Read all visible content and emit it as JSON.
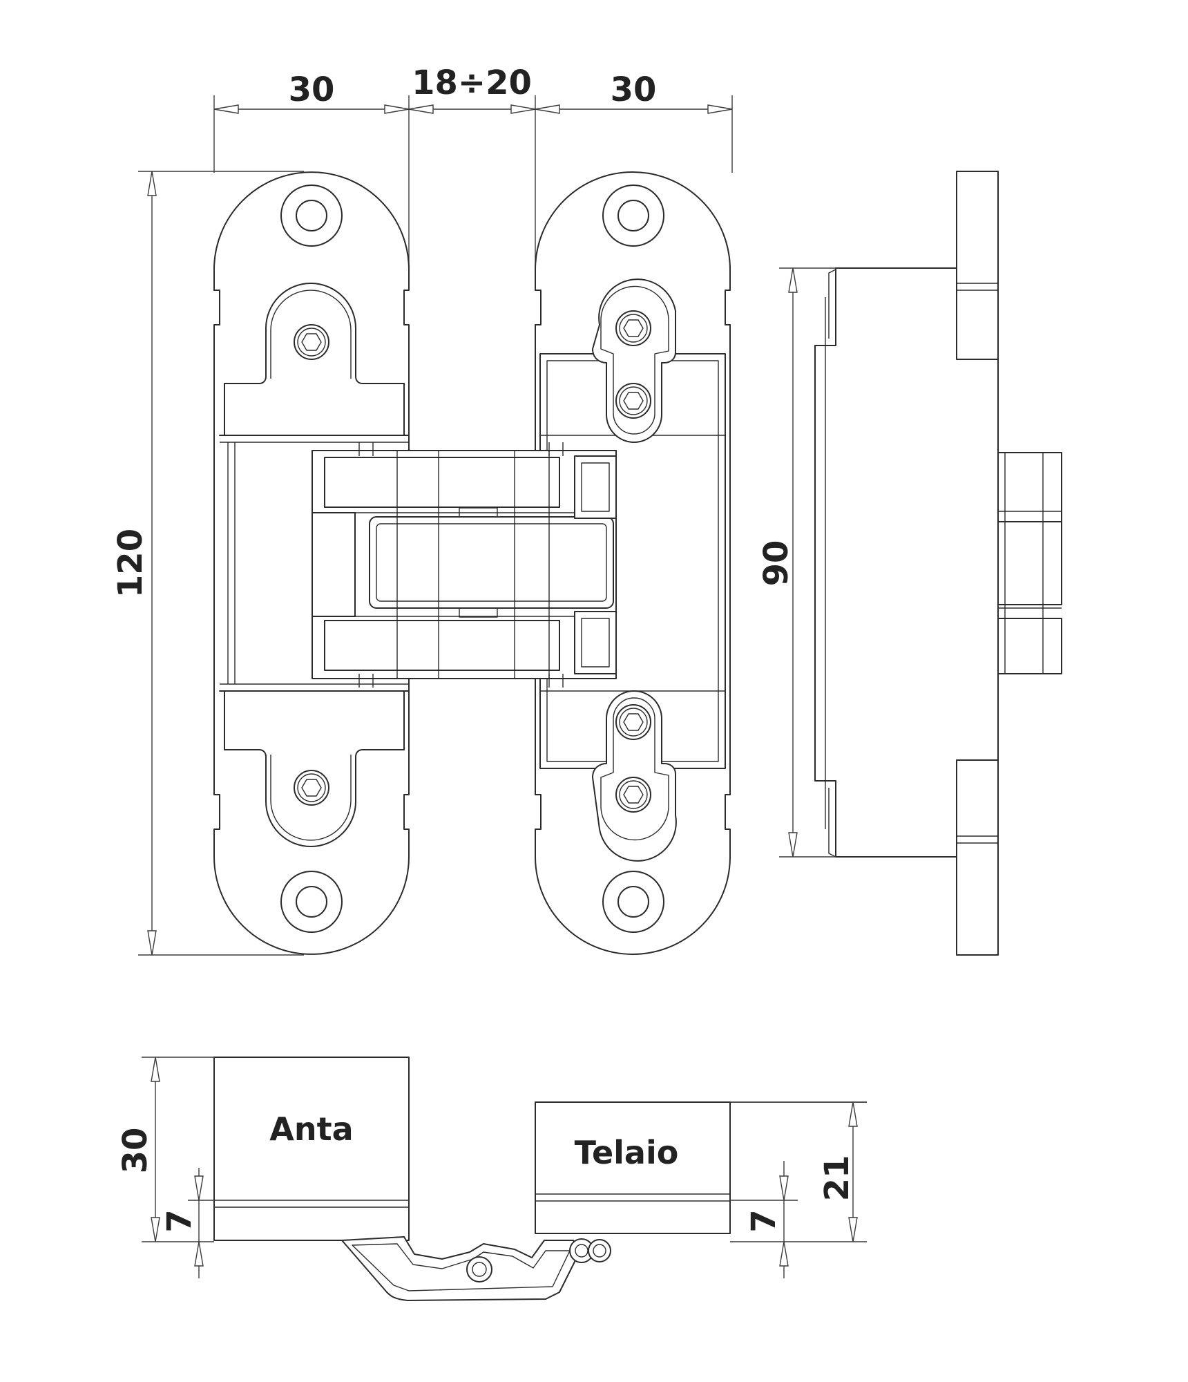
{
  "dimensions": {
    "top_left_width": "30",
    "top_gap": "18÷20",
    "top_right_width": "30",
    "overall_height": "120",
    "side_height": "90",
    "leaf_thickness": "30",
    "leaf_offset": "7",
    "frame_thickness": "21",
    "frame_offset": "7"
  },
  "labels": {
    "leaf": "Anta",
    "frame": "Telaio"
  }
}
